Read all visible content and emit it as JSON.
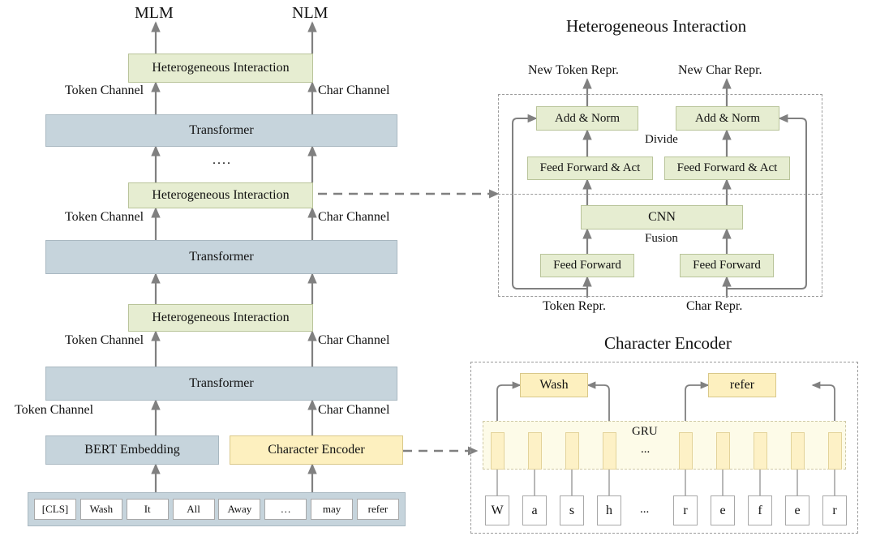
{
  "figure": {
    "type": "architecture-diagram",
    "title_left": "",
    "colors": {
      "green_block": "#e6edd1",
      "blue_block": "#c6d4dc",
      "yellow_block": "#fdf0bf",
      "arrow": "#808080",
      "dashed": "#9b9b9b",
      "text": "#111111"
    }
  },
  "left_panel": {
    "outputs": {
      "mlm": "MLM",
      "nlm": "NLM"
    },
    "stack": [
      {
        "kind": "green",
        "label": "Heterogeneous Interaction"
      },
      {
        "kind": "channels",
        "token": "Token Channel",
        "char": "Char Channel"
      },
      {
        "kind": "blue",
        "label": "Transformer"
      },
      {
        "kind": "ellipsis",
        "label": "...."
      },
      {
        "kind": "green",
        "label": "Heterogeneous Interaction"
      },
      {
        "kind": "channels",
        "token": "Token Channel",
        "char": "Char Channel"
      },
      {
        "kind": "blue",
        "label": "Transformer"
      },
      {
        "kind": "green",
        "label": "Heterogeneous Interaction"
      },
      {
        "kind": "channels",
        "token": "Token Channel",
        "char": "Char Channel"
      },
      {
        "kind": "blue",
        "label": "Transformer"
      },
      {
        "kind": "channels",
        "token": "Token Channel",
        "char": "Char Channel"
      },
      {
        "kind": "bases",
        "left": "BERT Embedding",
        "right": "Character Encoder"
      }
    ],
    "input_tokens": [
      "[CLS]",
      "Wash",
      "It",
      "All",
      "Away",
      "…",
      "may",
      "refer"
    ]
  },
  "hetero_panel": {
    "title": "Heterogeneous Interaction",
    "outputs": {
      "left": "New Token Repr.",
      "right": "New Char Repr."
    },
    "inputs": {
      "left": "Token Repr.",
      "right": "Char Repr."
    },
    "stage_labels": {
      "divide": "Divide",
      "fusion": "Fusion"
    },
    "blocks": {
      "add_norm_left": "Add & Norm",
      "add_norm_right": "Add & Norm",
      "ffn_act_left": "Feed Forward & Act",
      "ffn_act_right": "Feed Forward & Act",
      "cnn": "CNN",
      "ff_left": "Feed Forward",
      "ff_right": "Feed Forward"
    }
  },
  "char_encoder_panel": {
    "title": "Character Encoder",
    "rnn_label": "GRU",
    "rnn_gap": "...",
    "word_outputs": [
      "Wash",
      "refer"
    ],
    "characters": [
      "W",
      "a",
      "s",
      "h",
      "…",
      "r",
      "e",
      "f",
      "e",
      "r"
    ],
    "char_gap": "..."
  }
}
